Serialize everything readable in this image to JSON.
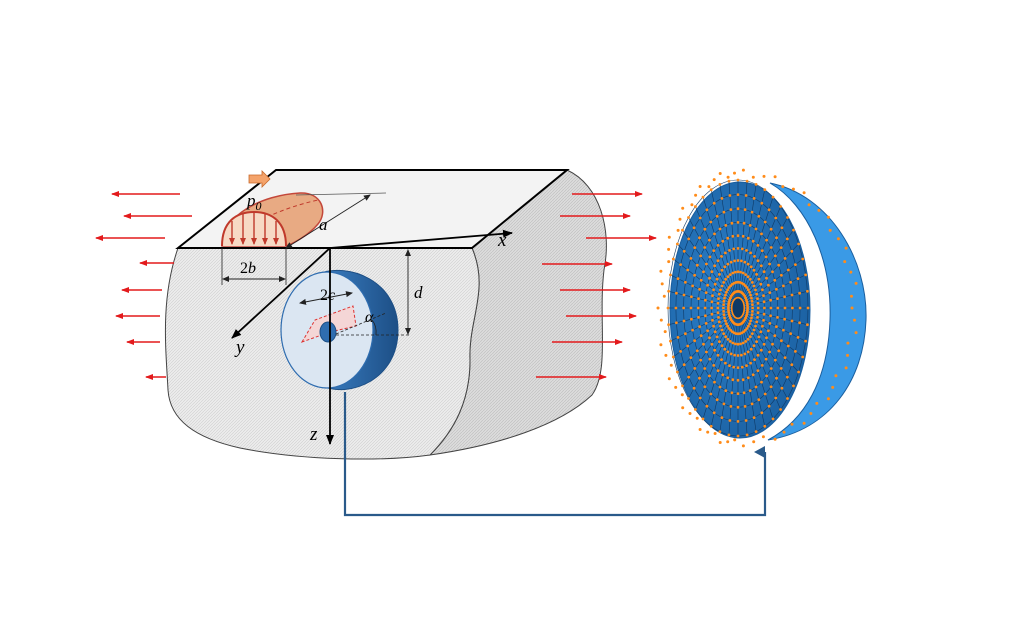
{
  "labels": {
    "p0_base": "p",
    "p0_sub": "0",
    "a": "a",
    "two_b_num": "2",
    "two_b_var": "b",
    "two_c_num": "2",
    "two_c_var": "c",
    "alpha": "α",
    "d": "d",
    "x": "x",
    "y": "y",
    "z": "z"
  },
  "colors": {
    "load_arrow": "#e31a1c",
    "contact_fill": "#e8a47a",
    "contact_stroke": "#c0392b",
    "disk_face": "#dbe6f2",
    "disk_side": "#2f6db0",
    "mesh_blue": "#1f6fb8",
    "mesh_light": "#3a9ae6",
    "mesh_node": "#ff8c1a",
    "connector": "#2a5a8a",
    "traction_arrow": "#f4a36b"
  },
  "icons": {
    "traction_arrow": "block-arrow-right-icon"
  }
}
